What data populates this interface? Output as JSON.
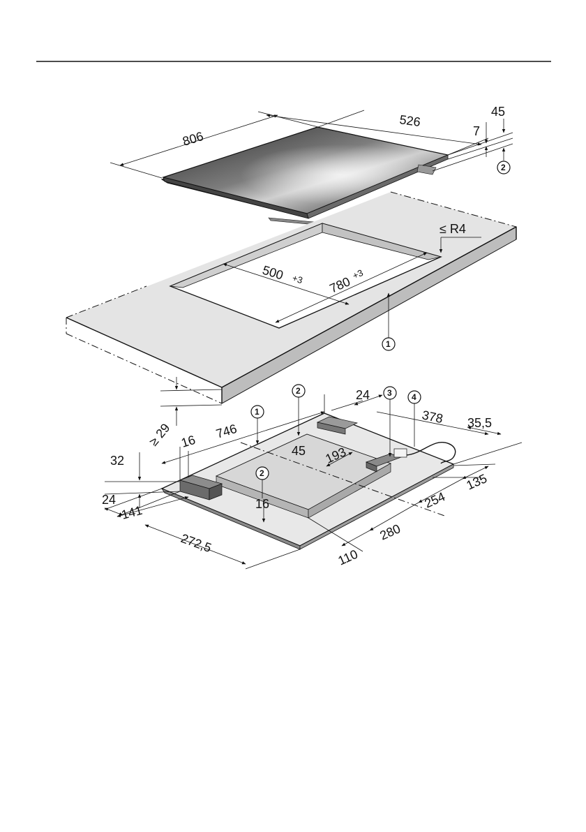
{
  "hob": {
    "width": "806",
    "depth": "526",
    "edge_height": "7",
    "total_height": "45",
    "callout": "2"
  },
  "worktop": {
    "cutout_depth": "500",
    "cutout_depth_tol": "+3",
    "cutout_width": "780",
    "cutout_width_tol": "+3",
    "radius": "≤ R4",
    "callout": "1",
    "min_thickness": "≥ 29"
  },
  "underside": {
    "callouts": [
      "1",
      "2",
      "3",
      "4",
      "2"
    ],
    "dims": {
      "d746": "746",
      "d16a": "16",
      "d45": "45",
      "d24top": "24",
      "d378": "378",
      "d35_5": "35,5",
      "d193": "193",
      "d32": "32",
      "d24left": "24",
      "d141": "141",
      "d16b": "16",
      "d272_5": "272,5",
      "d135": "135",
      "d254": "254",
      "d280": "280",
      "d110": "110"
    }
  }
}
